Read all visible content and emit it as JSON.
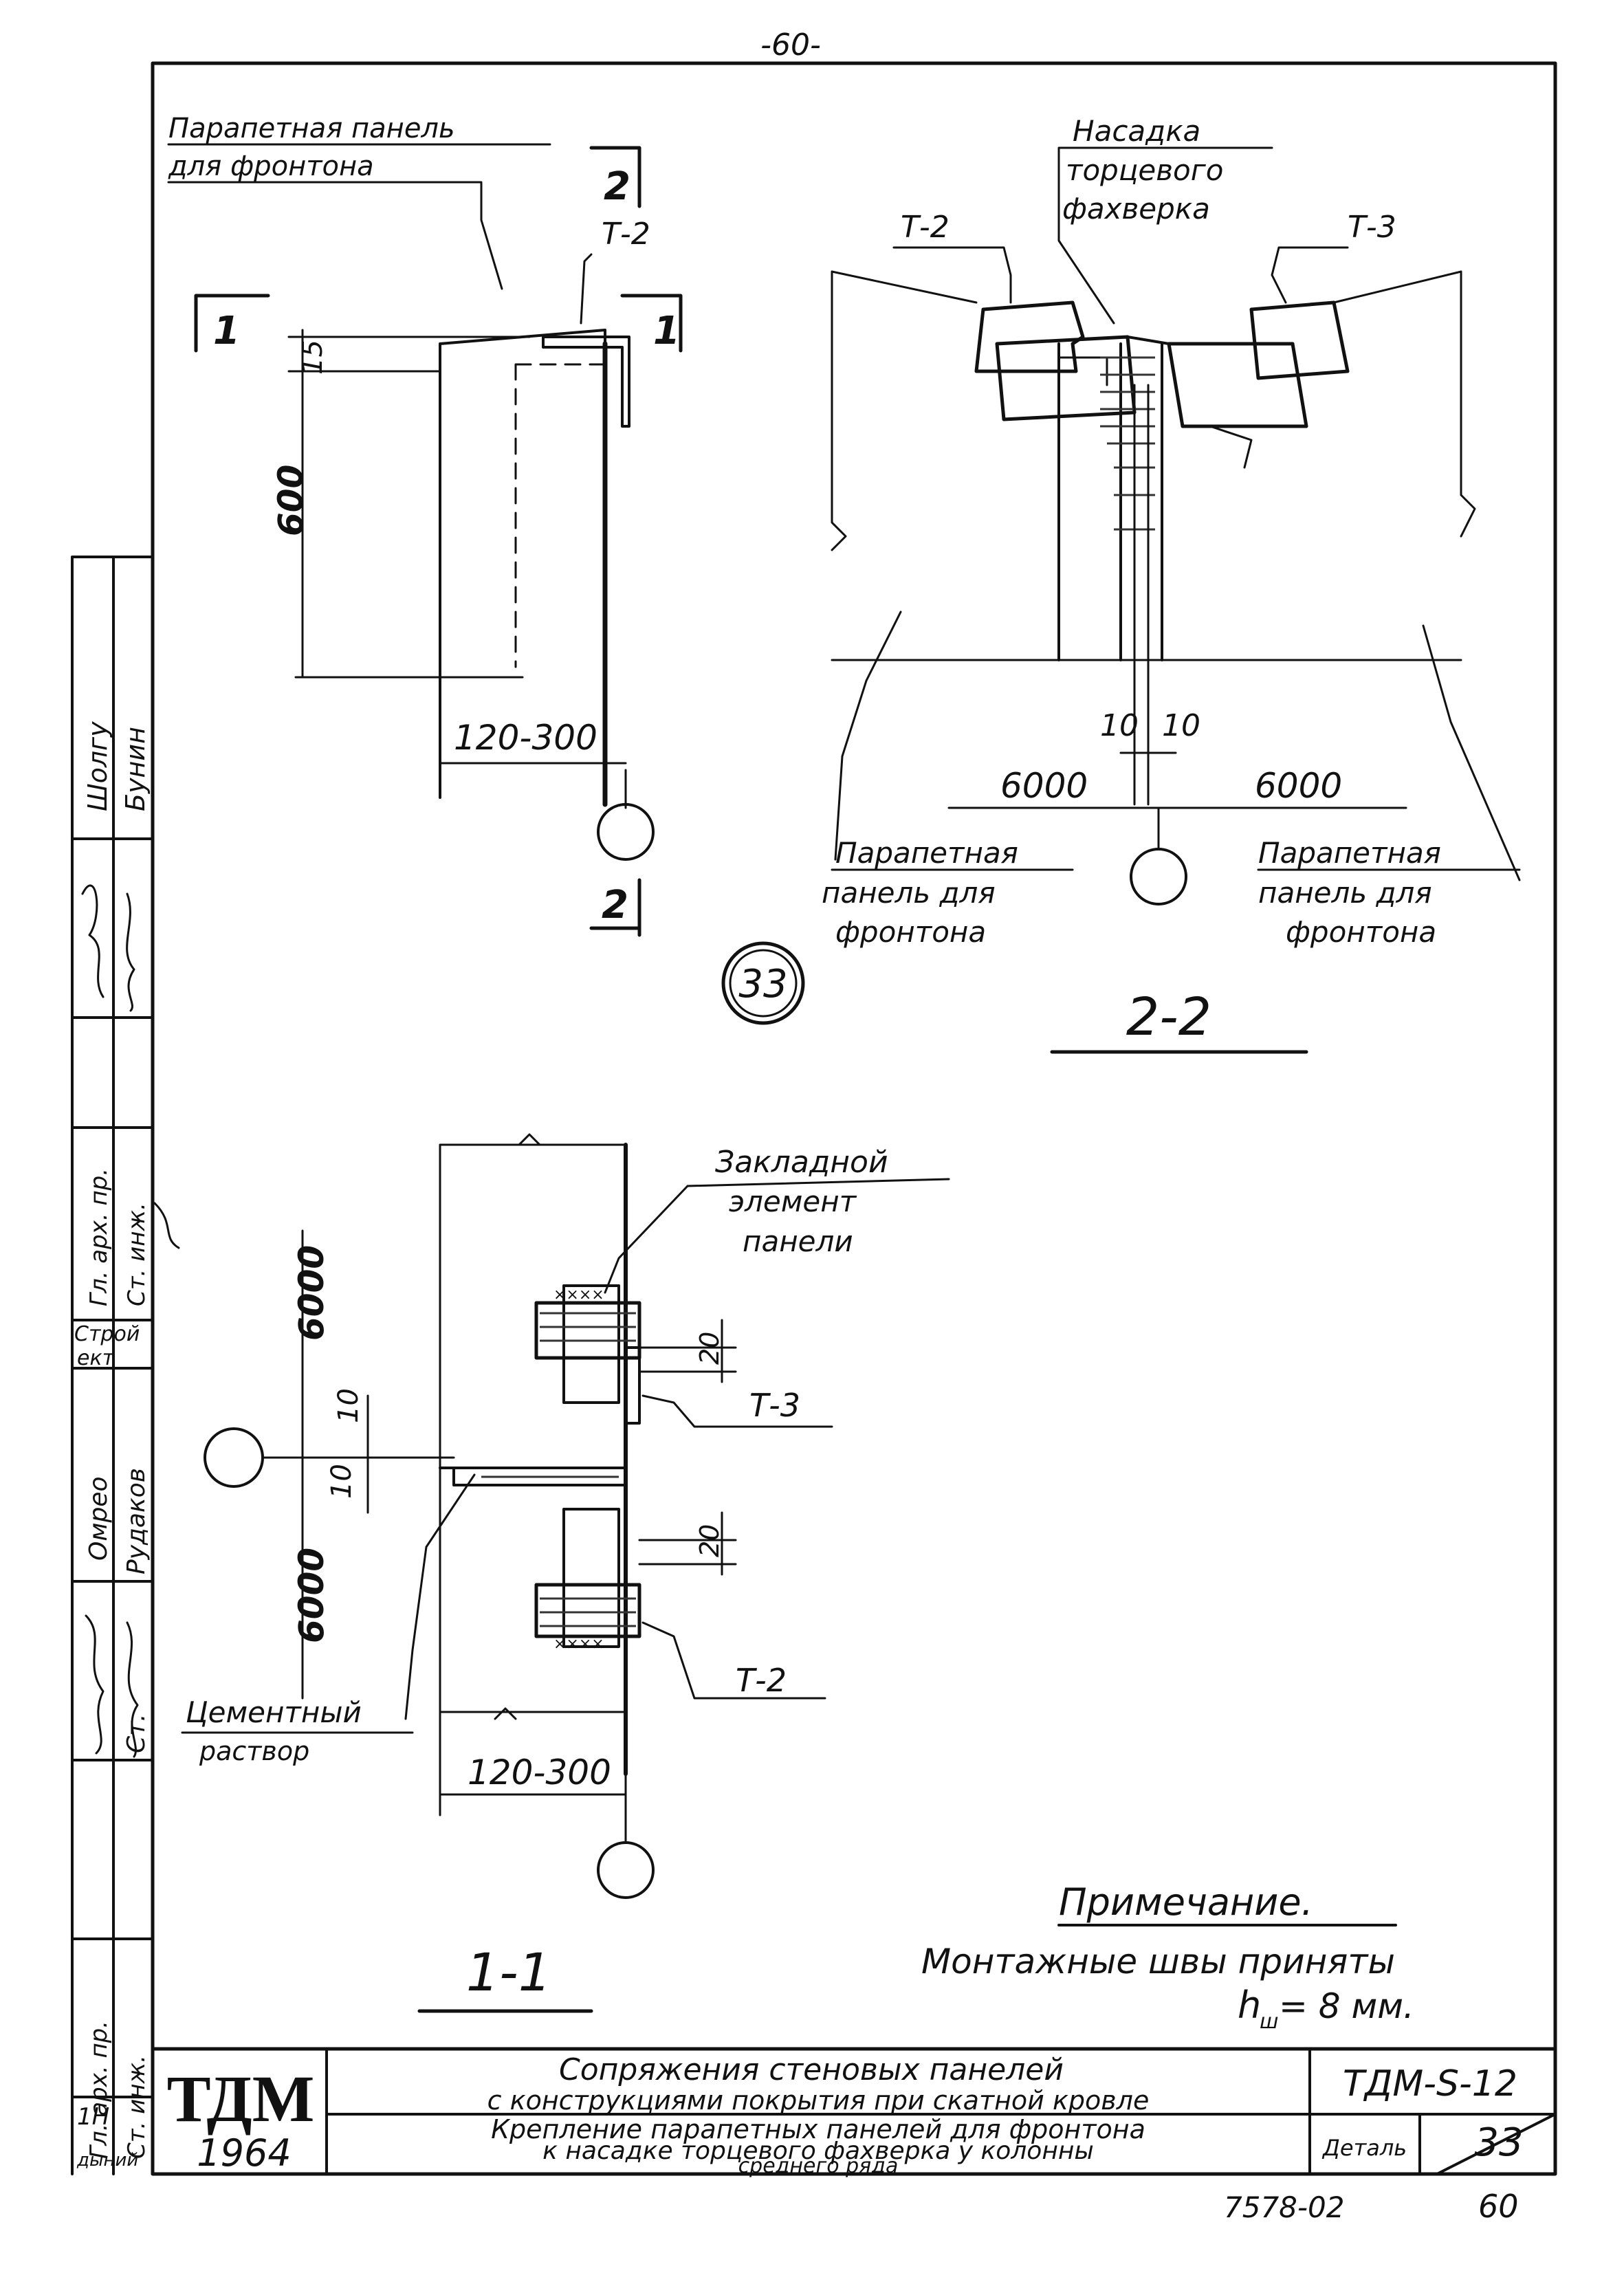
{
  "page_header": "-60-",
  "detail_number_badge": "33",
  "view_1": {
    "label_panel_line1": "Парапетная панель",
    "label_panel_line2": "для фронтона",
    "cut_label": "2",
    "weld_label": "Т-2",
    "section_mark": "1",
    "dim_15": "15",
    "dim_600": "600",
    "dim_width": "120-300"
  },
  "view_2": {
    "title": "2-2",
    "label_nasadka_1": "Насадка",
    "label_nasadka_2": "торцевого",
    "label_nasadka_3": "фахверка",
    "weld_left": "Т-2",
    "weld_right": "Т-3",
    "dim_gap_left": "10",
    "dim_gap_right": "10",
    "dim_span_left": "6000",
    "dim_span_right": "6000",
    "label_left_1": "Парапетная",
    "label_left_2": "панель для",
    "label_left_3": "фронтона",
    "label_right_1": "Парапетная",
    "label_right_2": "панель для",
    "label_right_3": "фронтона"
  },
  "view_3": {
    "title": "1-1",
    "label_embed_1": "Закладной",
    "label_embed_2": "элемент",
    "label_embed_3": "панели",
    "dim_top": "6000",
    "dim_bottom": "6000",
    "dim_20_top": "20",
    "dim_20_bottom": "20",
    "dim_10_a": "10",
    "dim_10_b": "10",
    "weld_top": "Т-3",
    "weld_bottom": "Т-2",
    "label_cement_1": "Цементный",
    "label_cement_2": "раствор",
    "dim_width": "120-300"
  },
  "note": {
    "title": "Примечание.",
    "line1": "Монтажные швы приняты",
    "line2_h": "h",
    "line2_sub": "ш",
    "line2_rest": "= 8 мм."
  },
  "side_stamp": [
    {
      "role": "Шолгу",
      "name": "Бунин"
    },
    {
      "role": "Гл. арх. пр.",
      "name": ""
    },
    {
      "role": "Ст. инж.",
      "name": ""
    },
    {
      "role": "Строй",
      "name": "ект"
    },
    {
      "role": "Омрео",
      "name": "Рудаков"
    },
    {
      "role": "Ст.",
      "name": ""
    },
    {
      "role": "Гл. арх. пр.",
      "name": ""
    },
    {
      "role": "Ст. инж.",
      "name": ""
    }
  ],
  "title_block": {
    "logo": "ТДМ",
    "year": "1964",
    "title_line1": "Сопряжения стеновых панелей",
    "title_line2": "с конструкциями покрытия при скатной кровле",
    "desc_line1": "Крепление парапетных панелей для фронтона",
    "desc_line2": "к насадке торцевого фахверка у колонны",
    "desc_line3": "среднего ряда",
    "code": "ТДМ-S-12",
    "detail_label": "Деталь",
    "detail_no": "33",
    "bottom_left_1": "1Н",
    "bottom_left_2": "дыний"
  },
  "footer": {
    "archive_no": "7578-02",
    "page_no": "60"
  }
}
